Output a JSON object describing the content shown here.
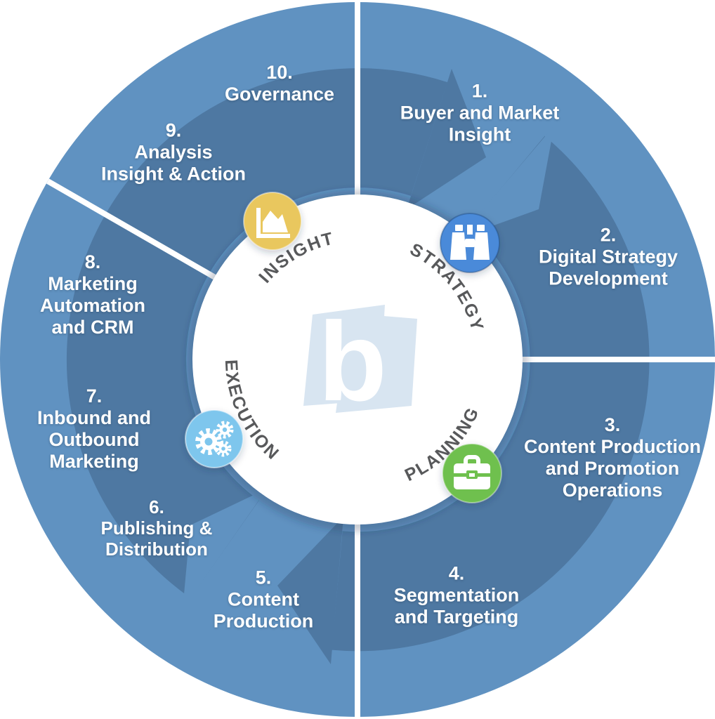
{
  "wheel": {
    "center_logo_letter": "b",
    "quadrants": {
      "insight": {
        "label": "INSIGHT",
        "icon": "area-chart-icon",
        "icon_color": "#e9c75e"
      },
      "strategy": {
        "label": "STRATEGY",
        "icon": "binoculars-icon",
        "icon_color": "#4a8ad9"
      },
      "planning": {
        "label": "PLANNING",
        "icon": "briefcase-icon",
        "icon_color": "#6fc04e"
      },
      "execution": {
        "label": "EXECUTION",
        "icon": "gears-icon",
        "icon_color": "#7ec6ed"
      }
    },
    "segments": [
      {
        "num": "1.",
        "lines": [
          "Buyer and Market",
          "Insight"
        ]
      },
      {
        "num": "2.",
        "lines": [
          "Digital Strategy",
          "Development"
        ]
      },
      {
        "num": "3.",
        "lines": [
          "Content Production",
          "and Promotion",
          "Operations"
        ]
      },
      {
        "num": "4.",
        "lines": [
          "Segmentation",
          "and Targeting"
        ]
      },
      {
        "num": "5.",
        "lines": [
          "Content",
          "Production"
        ]
      },
      {
        "num": "6.",
        "lines": [
          "Publishing &",
          "Distribution"
        ]
      },
      {
        "num": "7.",
        "lines": [
          "Inbound and",
          "Outbound",
          "Marketing"
        ]
      },
      {
        "num": "8.",
        "lines": [
          "Marketing",
          "Automation",
          "and CRM"
        ]
      },
      {
        "num": "9.",
        "lines": [
          "Analysis",
          "Insight & Action"
        ]
      },
      {
        "num": "10.",
        "lines": [
          "Governance"
        ]
      }
    ],
    "colors": {
      "ring": "#6092c1",
      "cycle_arrow": "#4e78a2",
      "inner_circle": "#ffffff",
      "divider": "#ffffff",
      "quadrant_text": "#58595b",
      "segment_text": "#ffffff",
      "watermark": "#d8e5f1"
    }
  }
}
